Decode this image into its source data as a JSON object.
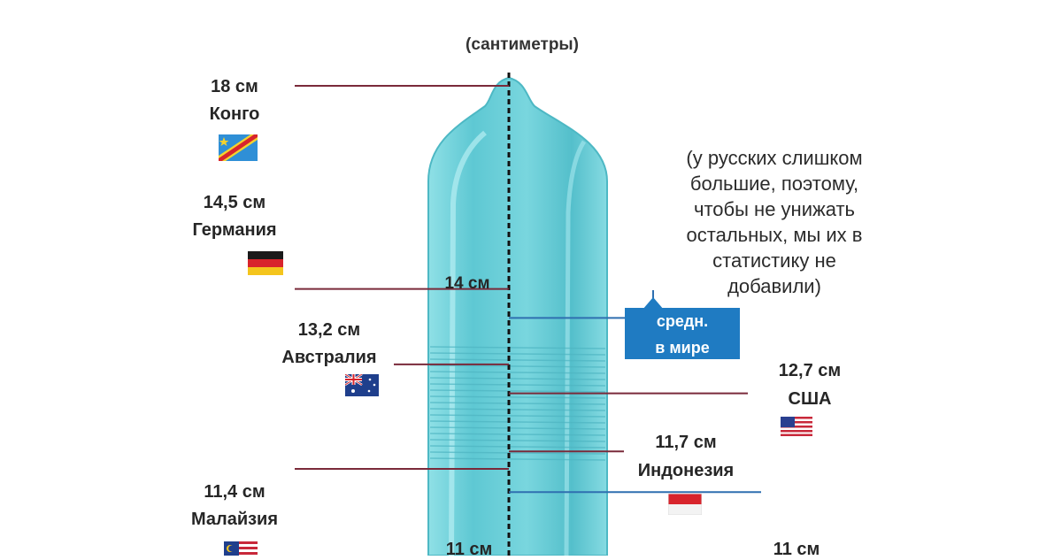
{
  "chart_data": {
    "type": "bar",
    "unit_label": "(сантиметры)",
    "unit": "см",
    "countries": [
      {
        "value_label": "18 см",
        "country": "Конго",
        "value": 18,
        "side": "left",
        "flag": "congo-flag-icon"
      },
      {
        "value_label": "14,5 см",
        "country": "Германия",
        "value": 14.5,
        "side": "left",
        "flag": "germany-flag-icon"
      },
      {
        "value_label": "13,2 см",
        "country": "Австралия",
        "value": 13.2,
        "side": "left",
        "flag": "australia-flag-icon"
      },
      {
        "value_label": "12,7 см",
        "country": "США",
        "value": 12.7,
        "side": "right",
        "flag": "usa-flag-icon"
      },
      {
        "value_label": "11,7 см",
        "country": "Индонезия",
        "value": 11.7,
        "side": "right",
        "flag": "indonesia-flag-icon"
      },
      {
        "value_label": "11,4 см",
        "country": "Малайзия",
        "value": 11.4,
        "side": "left",
        "flag": "malaysia-flag-icon"
      }
    ],
    "average": {
      "value_label": "14 см",
      "value": 14,
      "badge": "средн.\nв мире"
    },
    "bottom_labels": [
      {
        "value_label": "11 см",
        "value": 11,
        "side": "center"
      },
      {
        "value_label": "11 см",
        "value": 11,
        "side": "right"
      }
    ],
    "note": "(у русских слишком\nбольшие, поэтому,\nчтобы не унижать\nостальных, мы их в\nстатистику не\nдобавили)"
  },
  "colors": {
    "object_fill": "#6ccfd8",
    "object_edge": "#4db8c4",
    "marker_line_left": "#7a2a3a",
    "marker_line_blue": "#2f6fb0",
    "badge": "#1f7bc2"
  }
}
